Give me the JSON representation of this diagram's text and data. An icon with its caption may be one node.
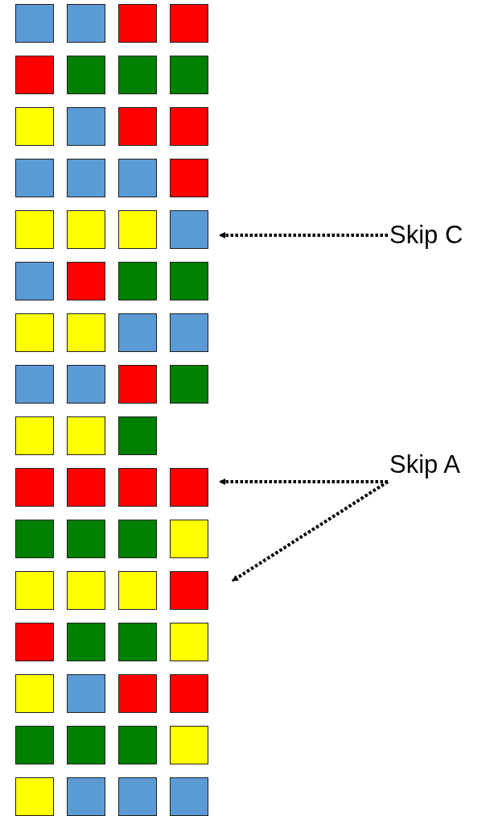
{
  "diagram": {
    "nodes": [
      {
        "text": [],
        "shape": "box"
      },
      {
        "text": [],
        "shape": "box"
      },
      {
        "text": [],
        "shape": "box"
      },
      {
        "text": [],
        "shape": "box"
      },
      {
        "text": [],
        "shape": "box"
      },
      {
        "text": [],
        "shape": "box"
      },
      {
        "text": [],
        "shape": "box"
      },
      {
        "text": [],
        "shape": "box"
      },
      {
        "text": [],
        "shape": "box"
      },
      {
        "text": [],
        "shape": "box"
      },
      {
        "text": [],
        "shape": "box"
      },
      {
        "text": [],
        "shape": "box"
      },
      {
        "text": [],
        "shape": "box"
      },
      {
        "text": [],
        "shape": "box"
      },
      {
        "text": [],
        "shape": "box"
      },
      {
        "text": [],
        "shape": "box"
      },
      {
        "text": [],
        "shape": "box"
      },
      {
        "text": [],
        "shape": "box"
      },
      {
        "text": [],
        "shape": "box"
      },
      {
        "text": [],
        "shape": "box"
      },
      {
        "text": [],
        "shape": "box"
      },
      {
        "text": [],
        "shape": "box"
      },
      {
        "text": [],
        "shape": "box"
      },
      {
        "text": [],
        "shape": "box"
      },
      {
        "text": [],
        "shape": "box"
      },
      {
        "text": [],
        "shape": "box"
      },
      {
        "text": [],
        "shape": "box"
      },
      {
        "text": [],
        "shape": "box"
      },
      {
        "text": [],
        "shape": "box"
      },
      {
        "text": [],
        "shape": "box"
      },
      {
        "text": [],
        "shape": "box"
      },
      {
        "text": [],
        "shape": "box"
      },
      {
        "text": [],
        "shape": "box"
      },
      {
        "text": [],
        "shape": "box"
      },
      {
        "text": [],
        "shape": "box"
      },
      {
        "text": [],
        "shape": "box"
      },
      {
        "text": [],
        "shape": "box"
      },
      {
        "text": [],
        "shape": "box"
      },
      {
        "text": [],
        "shape": "box"
      },
      {
        "text": [],
        "shape": "box"
      },
      {
        "text": [],
        "shape": "box"
      },
      {
        "text": [],
        "shape": "box"
      },
      {
        "text": [],
        "shape": "box"
      },
      {
        "text": [],
        "shape": "box"
      },
      {
        "text": [],
        "shape": "box"
      },
      {
        "text": [],
        "shape": "box"
      },
      {
        "text": [],
        "shape": "box"
      },
      {
        "text": [],
        "shape": "box"
      },
      {
        "text": [],
        "shape": "box"
      },
      {
        "text": [],
        "shape": "box"
      },
      {
        "text": [],
        "shape": "box"
      },
      {
        "text": [],
        "shape": "box"
      },
      {
        "text": [],
        "shape": "box"
      },
      {
        "text": [],
        "shape": "box"
      },
      {
        "text": [],
        "shape": "box"
      },
      {
        "text": [],
        "shape": "box"
      },
      {
        "text": [],
        "shape": "box"
      },
      {
        "text": [],
        "shape": "box"
      },
      {
        "text": [],
        "shape": "box"
      },
      {
        "text": [],
        "shape": "box"
      },
      {
        "text": [],
        "shape": "box"
      },
      {
        "text": [],
        "shape": "box"
      },
      {
        "text": [],
        "shape": "box"
      },
      {
        "text": [
          "Skip C"
        ]
      },
      {
        "text": [
          "Skip A"
        ]
      }
    ],
    "edges": [
      {
        "from": 63,
        "to": 19,
        "arrow": "to",
        "style": "dashed"
      },
      {
        "from": 64,
        "to": 38,
        "arrow": "to",
        "style": "dashed"
      },
      {
        "from": 64,
        "to": 46,
        "arrow": "to",
        "style": "dashed"
      }
    ]
  }
}
